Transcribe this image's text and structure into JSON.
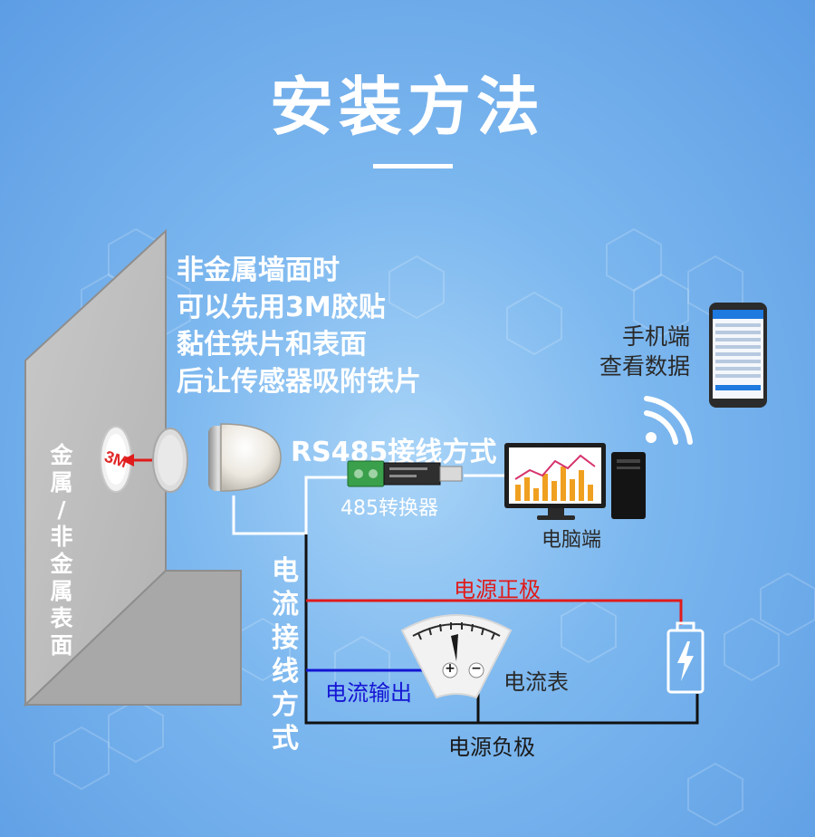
{
  "title": "安装方法",
  "note_lines": [
    "非金属墙面时",
    "可以先用3M胶贴",
    "黏住铁片和表面",
    "后让传感器吸附铁片"
  ],
  "wall_label": "金属/非金属表面",
  "tape_label": "3M",
  "phone_label_lines": [
    "手机端",
    "查看数据"
  ],
  "rs485_title": "RS485接线方式",
  "converter_label": "485转换器",
  "pc_label": "电脑端",
  "current_title": "电流接线方式",
  "power_positive": "电源正极",
  "current_output": "电流输出",
  "ammeter_label": "电流表",
  "power_negative": "电源负极",
  "meter_plus": "+",
  "meter_minus": "−",
  "colors": {
    "background": "#7db8ef",
    "positive_wire": "#e01b1b",
    "output_wire": "#1515d4",
    "ground_wire": "#111111",
    "signal_wire": "#ffffff"
  }
}
